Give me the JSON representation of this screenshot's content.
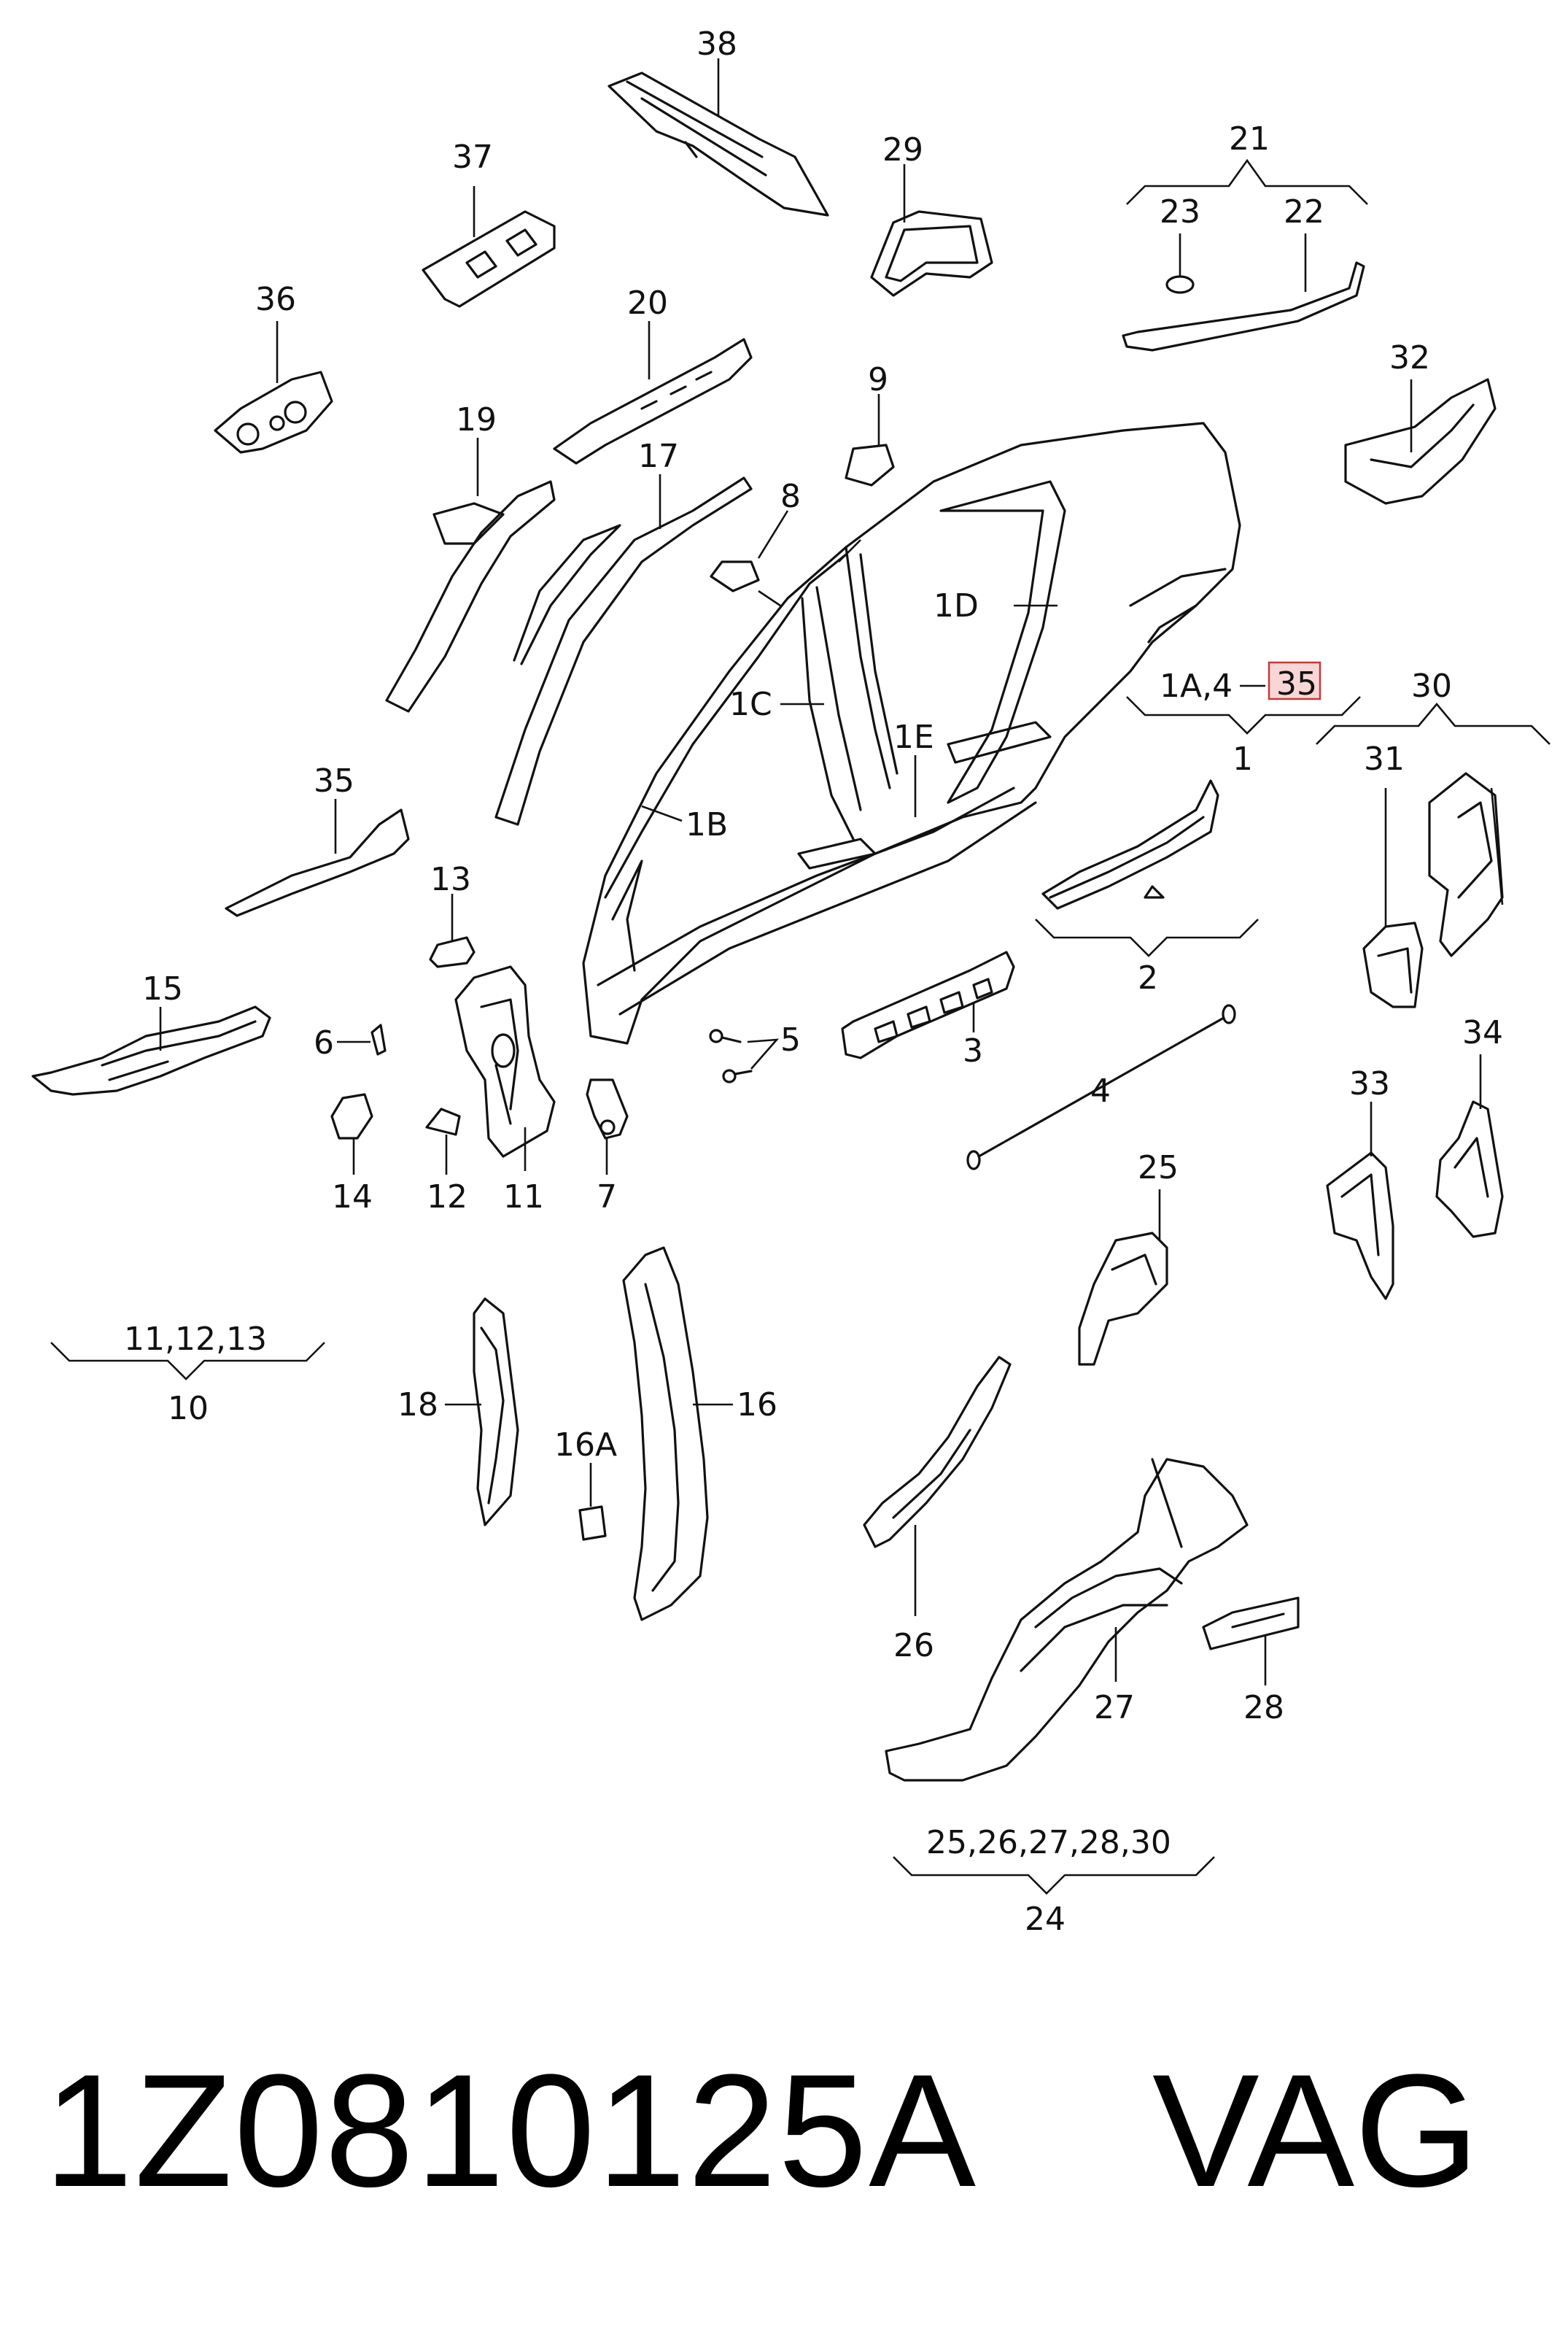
{
  "labels": {
    "l38": "38",
    "l37": "37",
    "l36": "36",
    "l29": "29",
    "l21": "21",
    "l23": "23",
    "l22": "22",
    "l32": "32",
    "l20": "20",
    "l19": "19",
    "l17": "17",
    "l9": "9",
    "l8": "8",
    "l1D": "1D",
    "l1C": "1C",
    "l1E": "1E",
    "l1B": "1B",
    "l1A4": "1A,4",
    "l35hl": "35",
    "l1": "1",
    "l30": "30",
    "l31": "31",
    "l35": "35",
    "l13": "13",
    "l15": "15",
    "l6": "6",
    "l5": "5",
    "l2": "2",
    "l3": "3",
    "l4": "4",
    "l34": "34",
    "l33": "33",
    "l14": "14",
    "l12": "12",
    "l11": "11",
    "l7": "7",
    "l25": "25",
    "g10top": "11,12,13",
    "l10": "10",
    "l18": "18",
    "l16": "16",
    "l16A": "16A",
    "l26": "26",
    "l27": "27",
    "l28": "28",
    "g24top": "25,26,27,28,30",
    "l24": "24"
  },
  "footer": {
    "part_number": "1Z0810125A",
    "brand": "VAG"
  },
  "colors": {
    "highlight_fill": "#f9d6d6",
    "highlight_stroke": "#c23a3a",
    "line": "#111111"
  }
}
